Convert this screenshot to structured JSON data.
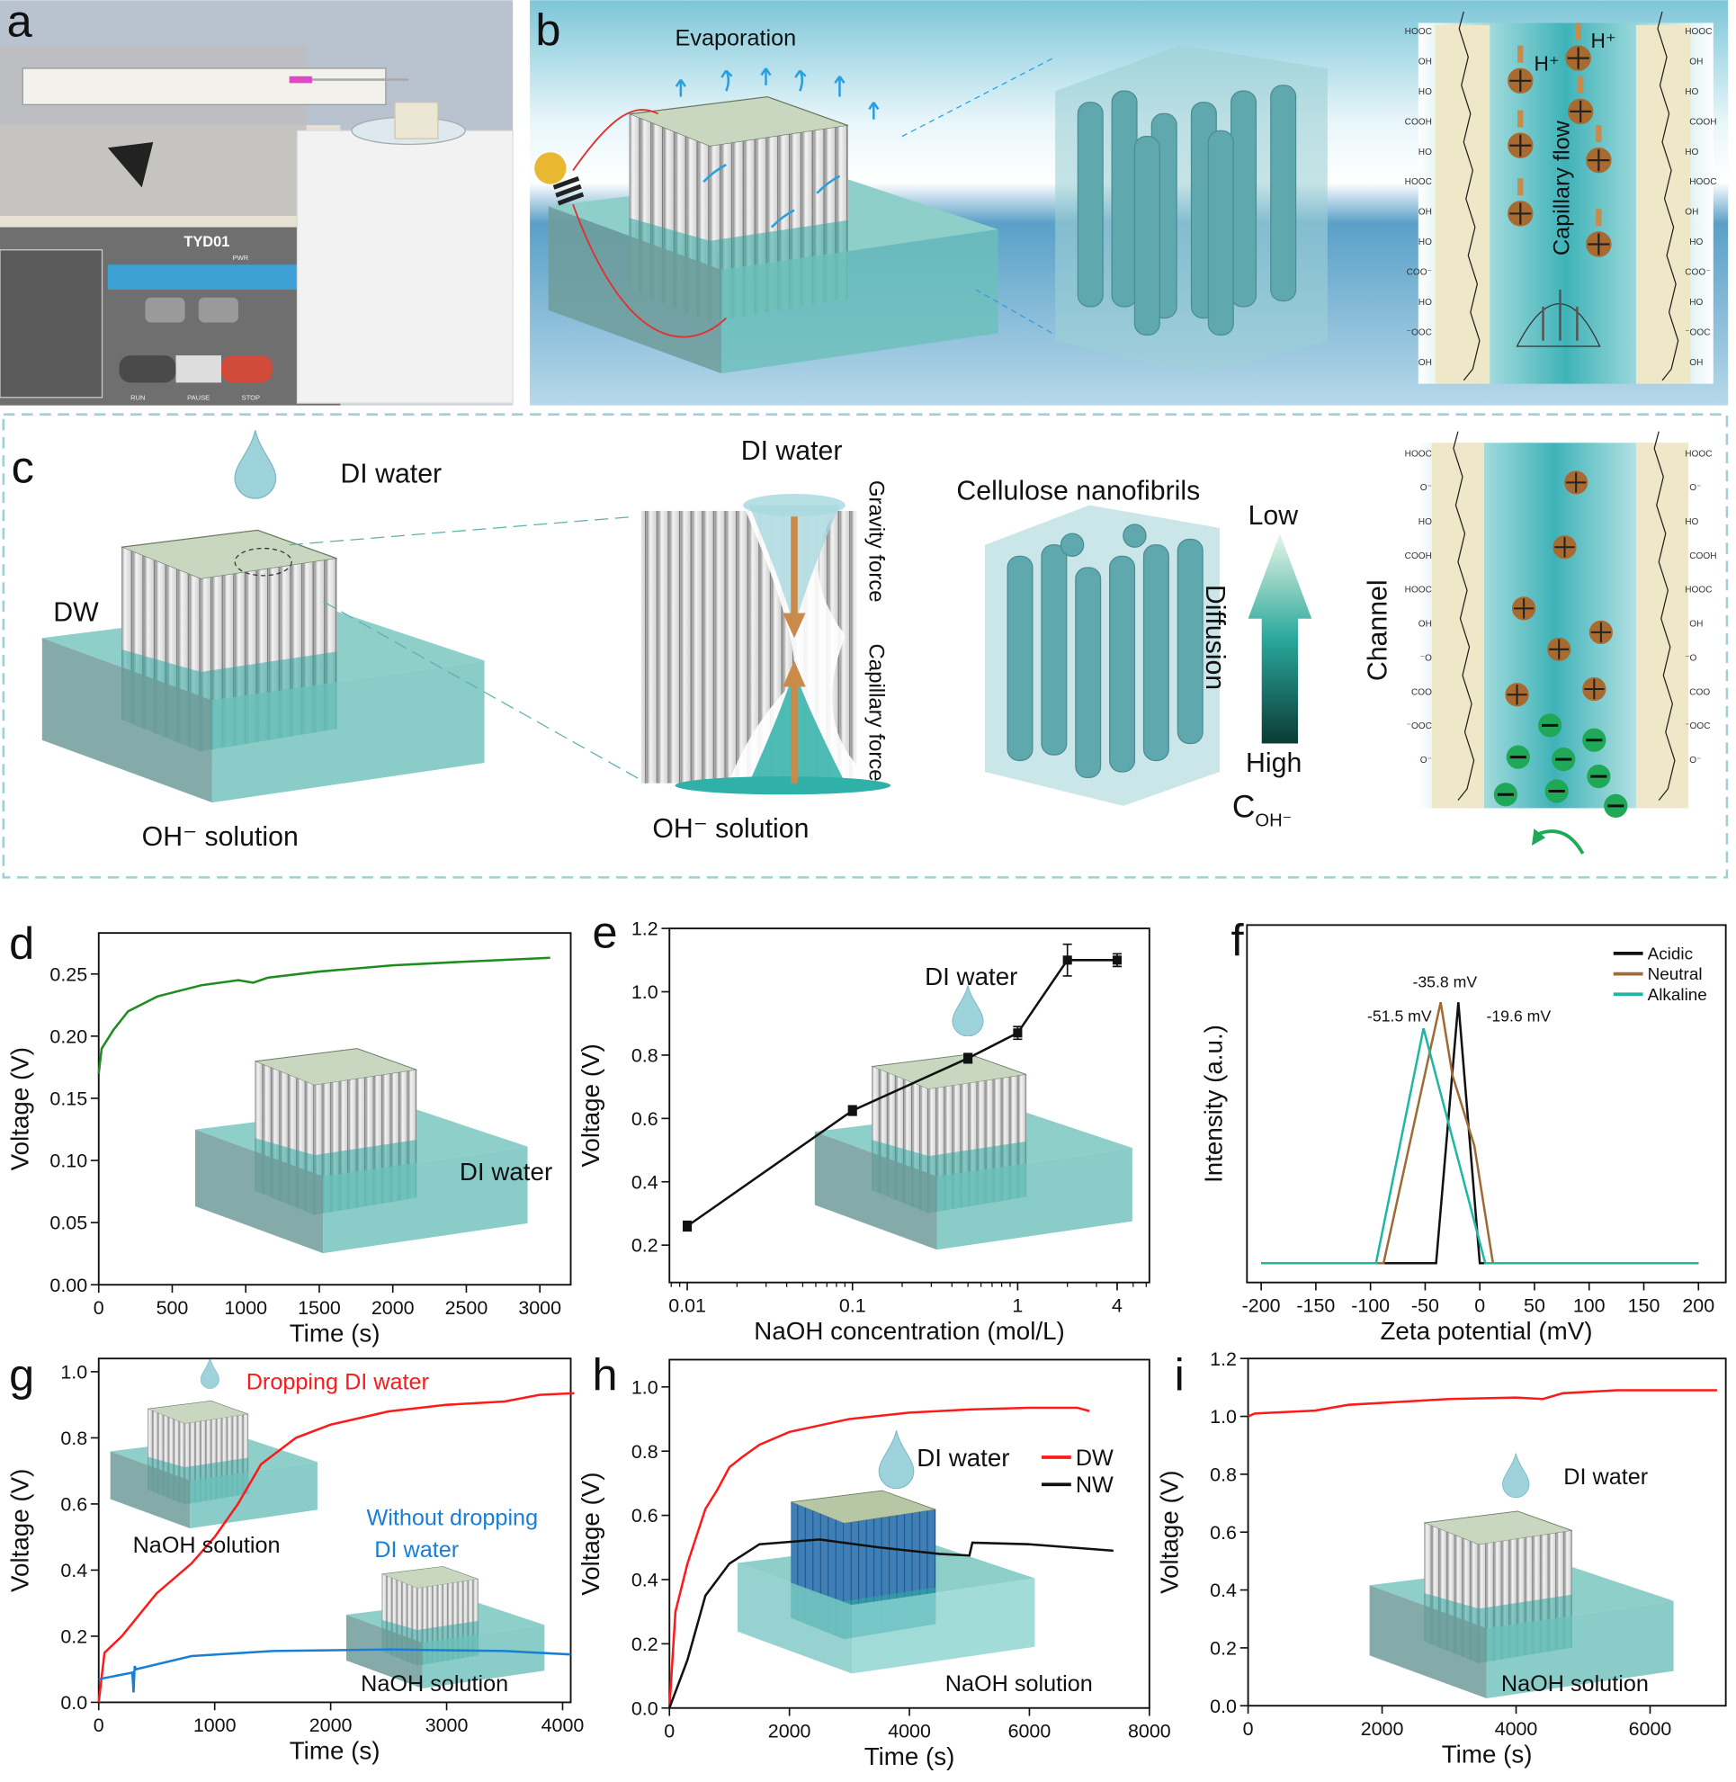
{
  "panel_labels": {
    "a": "a",
    "b": "b",
    "c": "c",
    "d": "d",
    "e": "e",
    "f": "f",
    "g": "g",
    "h": "h",
    "i": "i"
  },
  "panel_a": {
    "device_model": "TYD01",
    "pwr": "PWR",
    "run": "RUN",
    "pause": "PAUSE",
    "stop": "STOP"
  },
  "panel_b": {
    "evaporation": "Evaporation",
    "h_plus_1": "H⁺",
    "h_plus_2": "H⁺",
    "capillary_flow": "Capillary flow",
    "left_groups": [
      "HOOC",
      "OH",
      "HO",
      "COOH",
      "HO",
      "HOOC",
      "OH",
      "HO",
      "COO⁻",
      "HO",
      "⁻OOC",
      "OH"
    ],
    "right_groups": [
      "HOOC",
      "OH",
      "HO",
      "COOH",
      "HO",
      "HOOC",
      "OH",
      "HO",
      "COO⁻",
      "HO",
      "⁻OOC",
      "OH"
    ]
  },
  "panel_c": {
    "di_water_left": "DI water",
    "dw": "DW",
    "oh_solution_left": "OH⁻ solution",
    "di_water_mid": "DI water",
    "gravity_force": "Gravity force",
    "capillary_force": "Capillary force",
    "oh_solution_mid": "OH⁻ solution",
    "cellulose_nanofibrils": "Cellulose nanofibrils",
    "low": "Low",
    "high": "High",
    "diffusion": "Diffusion",
    "c_oh": "C",
    "c_oh_sub": "OH⁻",
    "channel": "Channel",
    "left_groups": [
      "HOOC",
      "O⁻",
      "HO",
      "COOH",
      "HOOC",
      "OH",
      "⁻O",
      "COO",
      "⁻OOC",
      "O⁻"
    ],
    "right_groups": [
      "HOOC",
      "O⁻",
      "HO",
      "COOH",
      "HOOC",
      "OH",
      "⁻O",
      "COO",
      "⁻OOC",
      "O⁻"
    ]
  },
  "chart_data": [
    {
      "panel": "d",
      "type": "line",
      "xlabel": "Time (s)",
      "ylabel": "Voltage (V)",
      "xscale": "linear",
      "xlim": [
        0,
        3210
      ],
      "ylim": [
        0,
        0.283
      ],
      "xticks": [
        0,
        500,
        1000,
        1500,
        2000,
        2500,
        3000
      ],
      "xtick_labels": [
        "0",
        "500",
        "1000",
        "1500",
        "2000",
        "2500",
        "3000"
      ],
      "yticks": [
        0,
        0.05,
        0.1,
        0.15,
        0.2,
        0.25
      ],
      "ytick_labels": [
        "0.00",
        "0.05",
        "0.10",
        "0.15",
        "0.20",
        "0.25"
      ],
      "series": [
        {
          "name": "DI water",
          "color": "#1e8c1e",
          "x": [
            0,
            20,
            100,
            200,
            400,
            700,
            950,
            1050,
            1150,
            1500,
            2000,
            2500,
            3070
          ],
          "y": [
            0.17,
            0.19,
            0.205,
            0.22,
            0.232,
            0.241,
            0.245,
            0.243,
            0.247,
            0.252,
            0.257,
            0.26,
            0.263
          ]
        }
      ],
      "annotations": [
        {
          "text": "DI water",
          "color": "#111"
        }
      ]
    },
    {
      "panel": "e",
      "type": "line",
      "xlabel": "NaOH concentration (mol/L)",
      "ylabel": "Voltage (V)",
      "xscale": "log",
      "xlim": [
        0.0078,
        6.27
      ],
      "ylim": [
        0.082,
        1.2
      ],
      "xticks": [
        0.01,
        0.1,
        1,
        4
      ],
      "xtick_labels": [
        "0.01",
        "0.1",
        "1",
        "4"
      ],
      "yticks": [
        0.2,
        0.4,
        0.6,
        0.8,
        1.0,
        1.2
      ],
      "ytick_labels": [
        "0.2",
        "0.4",
        "0.6",
        "0.8",
        "1.0",
        "1.2"
      ],
      "series": [
        {
          "name": "Voltage",
          "color": "#111",
          "markers": true,
          "x": [
            0.01,
            0.1,
            0.5,
            1,
            2,
            4
          ],
          "y": [
            0.26,
            0.625,
            0.79,
            0.87,
            1.1,
            1.1
          ],
          "yerr": [
            0.015,
            0.015,
            0.015,
            0.02,
            0.05,
            0.02
          ]
        }
      ],
      "annotations": [
        {
          "text": "DI water",
          "color": "#111"
        }
      ]
    },
    {
      "panel": "f",
      "type": "line",
      "xlabel": "Zeta potential (mV)",
      "ylabel": "Intensity (a.u.)",
      "xscale": "linear",
      "xlim": [
        -213,
        225
      ],
      "ylim": [
        -0.074,
        1.296
      ],
      "xticks": [
        -200,
        -150,
        -100,
        -50,
        0,
        50,
        100,
        150,
        200
      ],
      "xtick_labels": [
        "-200",
        "-150",
        "-100",
        "-50",
        "0",
        "50",
        "100",
        "150",
        "200"
      ],
      "yticks": [],
      "ytick_labels": [],
      "legend_position": "top-right",
      "series": [
        {
          "name": "Acidic",
          "color": "#111",
          "x": [
            -200,
            -40,
            -19.6,
            0,
            200
          ],
          "y": [
            0,
            0,
            1,
            0,
            0
          ]
        },
        {
          "name": "Neutral",
          "color": "#a06a35",
          "x": [
            -200,
            -88,
            -35.8,
            -25,
            -5,
            12,
            200
          ],
          "y": [
            0,
            0,
            1,
            0.72,
            0.45,
            0,
            0
          ]
        },
        {
          "name": "Alkaline",
          "color": "#1fb7a3",
          "x": [
            -200,
            -95,
            -51.5,
            -20,
            5,
            200
          ],
          "y": [
            0,
            0,
            0.9,
            0.4,
            0,
            0
          ]
        }
      ],
      "annotations": [
        {
          "text": "-35.8 mV",
          "color": "#111"
        },
        {
          "text": "-51.5 mV",
          "color": "#111"
        },
        {
          "text": "-19.6 mV",
          "color": "#111"
        }
      ]
    },
    {
      "panel": "g",
      "type": "line",
      "xlabel": "Time (s)",
      "ylabel": "Voltage (V)",
      "xscale": "linear",
      "xlim": [
        0,
        4070
      ],
      "ylim": [
        0,
        1.04
      ],
      "xticks": [
        0,
        1000,
        2000,
        3000,
        4000
      ],
      "xtick_labels": [
        "0",
        "1000",
        "2000",
        "3000",
        "4000"
      ],
      "yticks": [
        0,
        0.2,
        0.4,
        0.6,
        0.8,
        1.0
      ],
      "ytick_labels": [
        "0.0",
        "0.2",
        "0.4",
        "0.6",
        "0.8",
        "1.0"
      ],
      "series": [
        {
          "name": "Dropping DI water",
          "color": "#ff1a1a",
          "x": [
            0,
            50,
            200,
            500,
            800,
            1000,
            1200,
            1400,
            1700,
            2000,
            2500,
            3000,
            3500,
            3800,
            4100
          ],
          "y": [
            0,
            0.15,
            0.2,
            0.33,
            0.42,
            0.5,
            0.6,
            0.72,
            0.8,
            0.84,
            0.88,
            0.9,
            0.91,
            0.93,
            0.935
          ]
        },
        {
          "name": "Without dropping DI water",
          "color": "#1a7fd4",
          "x": [
            0,
            290,
            300,
            310,
            320,
            800,
            1500,
            2500,
            3500,
            4070
          ],
          "y": [
            0.07,
            0.09,
            0.03,
            0.11,
            0.1,
            0.14,
            0.155,
            0.16,
            0.155,
            0.145
          ]
        }
      ],
      "annotations": [
        {
          "text": "Dropping DI water",
          "color": "#ff1a1a"
        },
        {
          "text": "NaOH solution",
          "color": "#111"
        },
        {
          "text": "Without dropping",
          "color": "#1a7fd4"
        },
        {
          "text": "DI water",
          "color": "#1a7fd4"
        },
        {
          "text": "NaOH solution",
          "color": "#111"
        }
      ]
    },
    {
      "panel": "h",
      "type": "line",
      "xlabel": "Time (s)",
      "ylabel": "Voltage (V)",
      "xscale": "linear",
      "xlim": [
        0,
        8000
      ],
      "ylim": [
        0,
        1.085
      ],
      "xticks": [
        0,
        2000,
        4000,
        6000,
        8000
      ],
      "xtick_labels": [
        "0",
        "2000",
        "4000",
        "6000",
        "8000"
      ],
      "yticks": [
        0,
        0.2,
        0.4,
        0.6,
        0.8,
        1.0
      ],
      "ytick_labels": [
        "0.0",
        "0.2",
        "0.4",
        "0.6",
        "0.8",
        "1.0"
      ],
      "legend_position": "top-right",
      "series": [
        {
          "name": "DW",
          "color": "#ff1a1a",
          "x": [
            0,
            100,
            300,
            600,
            800,
            1000,
            1200,
            1500,
            2000,
            3000,
            4000,
            5000,
            6000,
            6800,
            7000
          ],
          "y": [
            0,
            0.3,
            0.45,
            0.62,
            0.68,
            0.75,
            0.78,
            0.82,
            0.86,
            0.9,
            0.92,
            0.93,
            0.935,
            0.935,
            0.925
          ]
        },
        {
          "name": "NW",
          "color": "#111",
          "x": [
            0,
            300,
            600,
            1000,
            1500,
            2500,
            3500,
            4500,
            5000,
            5050,
            6000,
            7400
          ],
          "y": [
            0,
            0.15,
            0.35,
            0.45,
            0.51,
            0.525,
            0.5,
            0.48,
            0.475,
            0.515,
            0.51,
            0.49
          ]
        }
      ],
      "annotations": [
        {
          "text": "DI water",
          "color": "#111"
        },
        {
          "text": "NaOH solution",
          "color": "#111"
        }
      ]
    },
    {
      "panel": "i",
      "type": "line",
      "xlabel": "Time (s)",
      "ylabel": "Voltage (V)",
      "xscale": "linear",
      "xlim": [
        0,
        7130
      ],
      "ylim": [
        0,
        1.2
      ],
      "xticks": [
        0,
        2000,
        4000,
        6000
      ],
      "xtick_labels": [
        "0",
        "2000",
        "4000",
        "6000"
      ],
      "yticks": [
        0,
        0.2,
        0.4,
        0.6,
        0.8,
        1.0,
        1.2
      ],
      "ytick_labels": [
        "0.0",
        "0.2",
        "0.4",
        "0.6",
        "0.8",
        "1.0",
        "1.2"
      ],
      "series": [
        {
          "name": "DI water",
          "color": "#ff1a1a",
          "x": [
            0,
            100,
            1000,
            1500,
            3000,
            4000,
            4400,
            4700,
            5500,
            7000
          ],
          "y": [
            1.0,
            1.01,
            1.02,
            1.04,
            1.06,
            1.065,
            1.06,
            1.08,
            1.09,
            1.09
          ]
        }
      ],
      "annotations": [
        {
          "text": "DI water",
          "color": "#111"
        },
        {
          "text": "NaOH solution",
          "color": "#111"
        }
      ]
    }
  ]
}
